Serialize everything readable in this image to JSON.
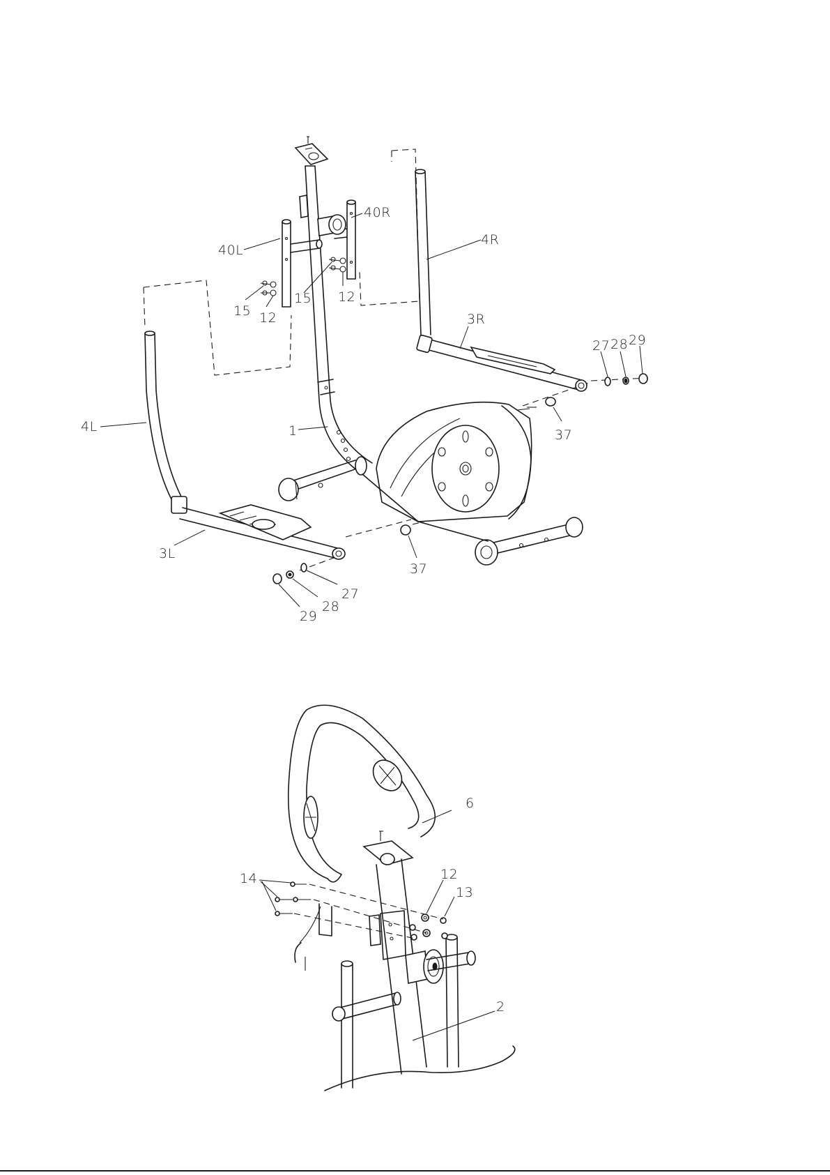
{
  "figure_top": {
    "labels": {
      "p40L": "40L",
      "p40R": "40R",
      "p4R": "4R",
      "p15a": "15",
      "p12a": "12",
      "p15b": "15",
      "p12b": "12",
      "p3R": "3R",
      "p27a": "27",
      "p28a": "28",
      "p29a": "29",
      "p4L": "4L",
      "p1": "1",
      "p37a": "37",
      "p3L": "3L",
      "p37b": "37",
      "p27b": "27",
      "p28b": "28",
      "p29b": "29"
    }
  },
  "figure_bottom": {
    "labels": {
      "p6": "6",
      "p14": "14",
      "p12": "12",
      "p13": "13",
      "p2": "2"
    }
  }
}
